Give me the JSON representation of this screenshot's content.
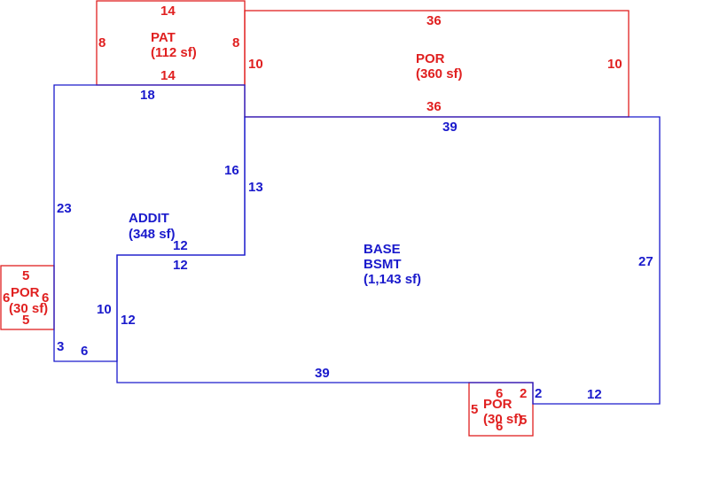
{
  "colors": {
    "red": "#e02020",
    "blue": "#1a1acc",
    "background": "#ffffff"
  },
  "areas": {
    "pat": {
      "name": "PAT",
      "size": "(112 sf)"
    },
    "por_top": {
      "name": "POR",
      "size": "(360 sf)"
    },
    "addit": {
      "name": "ADDIT",
      "size": "(348 sf)"
    },
    "base": {
      "name": "BASE",
      "name2": "BSMT",
      "size": "(1,143 sf)"
    },
    "por_left": {
      "name": "POR",
      "size": "(30 sf)"
    },
    "por_bottom": {
      "name": "POR",
      "size": "(30 sf)"
    }
  },
  "dims": {
    "pat_top": "14",
    "pat_left": "8",
    "pat_right": "8",
    "pat_bottom": "14",
    "por_top_top": "36",
    "por_top_left": "10",
    "por_top_right": "10",
    "por_top_bottom": "36",
    "addit_top": "18",
    "addit_left": "23",
    "addit_right": "16",
    "addit_notch_top": "12",
    "addit_notch_bottom": "12",
    "addit_lower_left": "10",
    "addit_bottom_left": "3",
    "addit_bottom": "6",
    "base_top": "39",
    "base_left_upper": "13",
    "base_right": "27",
    "base_left_lower": "12",
    "base_bottom": "39",
    "base_step": "2",
    "base_bottom_right": "12",
    "por_left_top": "5",
    "por_left_left": "6",
    "por_left_right": "6",
    "por_left_bottom": "5",
    "por_bottom_top": "6",
    "por_bottom_left": "5",
    "por_bottom_right": "5",
    "por_bottom_bottom": "6",
    "por_bottom_step": "2"
  }
}
